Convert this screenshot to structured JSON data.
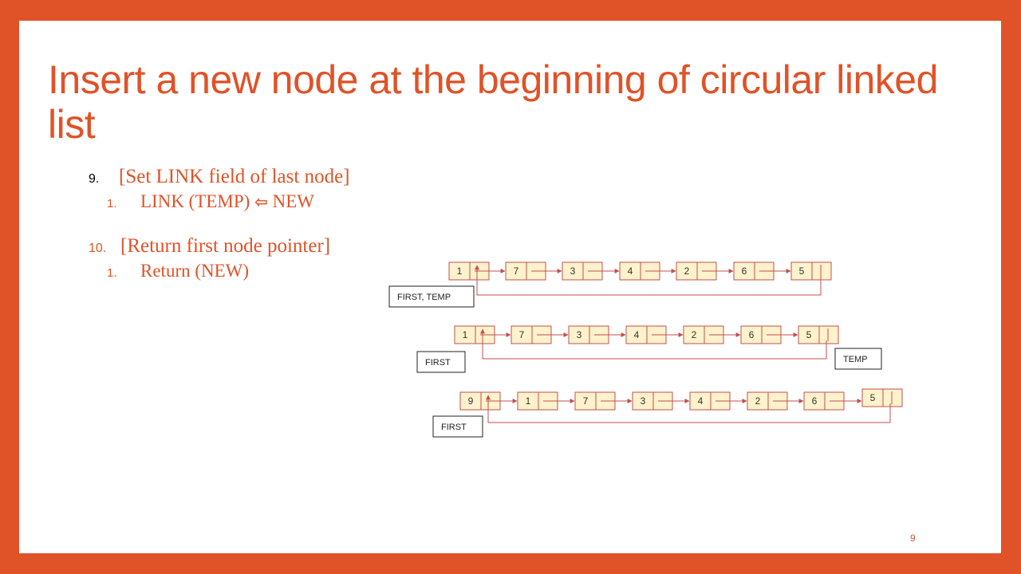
{
  "title": "Insert a new node at the beginning of circular linked list",
  "steps": [
    {
      "num": "9.",
      "text": "[Set LINK field of last node]",
      "sub": {
        "num": "1.",
        "text_before": "LINK (TEMP) ",
        "arrow": "⇦",
        "text_after": " NEW"
      }
    },
    {
      "num": "10.",
      "text": "[Return first node pointer]",
      "sub": {
        "num": "1.",
        "text": "Return (NEW)"
      }
    }
  ],
  "diagram": {
    "lists": [
      {
        "values": [
          "1",
          "7",
          "3",
          "4",
          "2",
          "6",
          "5"
        ],
        "labels": [
          "FIRST, TEMP"
        ]
      },
      {
        "values": [
          "1",
          "7",
          "3",
          "4",
          "2",
          "6",
          "5"
        ],
        "labels": [
          "FIRST",
          "TEMP"
        ]
      },
      {
        "values": [
          "9",
          "1",
          "7",
          "3",
          "4",
          "2",
          "6",
          "5"
        ],
        "labels": [
          "FIRST"
        ]
      }
    ]
  },
  "page_number": "9",
  "colors": {
    "accent": "#e05227",
    "node_fill": "#fff2cc",
    "node_border": "#c0504d"
  }
}
